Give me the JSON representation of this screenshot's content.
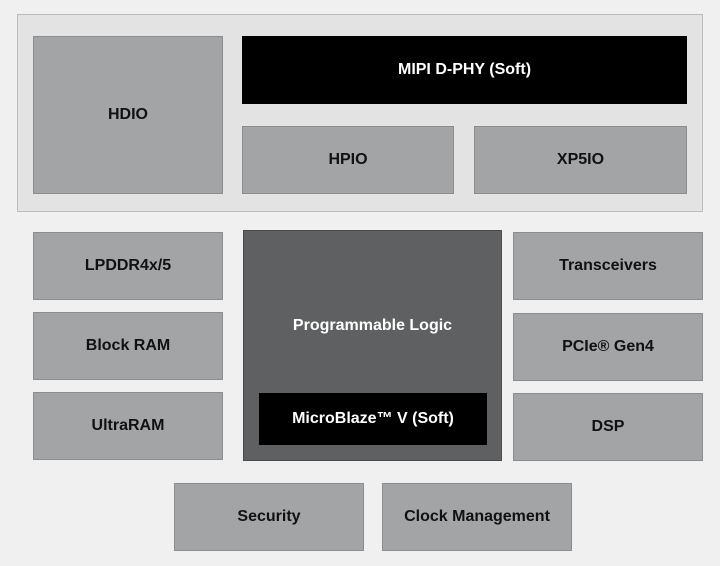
{
  "blocks": {
    "hdio": "HDIO",
    "mipi": "MIPI D-PHY (Soft)",
    "hpio": "HPIO",
    "xp5io": "XP5IO",
    "lpddr": "LPDDR4x/5",
    "block_ram": "Block RAM",
    "ultraram": "UltraRAM",
    "programmable_logic": "Programmable Logic",
    "microblaze": "MicroBlaze™ V (Soft)",
    "transceivers": "Transceivers",
    "pcie": "PCIe® Gen4",
    "dsp": "DSP",
    "security": "Security",
    "clock_management": "Clock Management"
  },
  "colors": {
    "background": "#f0f0f1",
    "io_region": "#e3e3e4",
    "block_gray": "#a3a4a6",
    "programmable_logic": "#5f6061",
    "black_block": "#000000"
  }
}
